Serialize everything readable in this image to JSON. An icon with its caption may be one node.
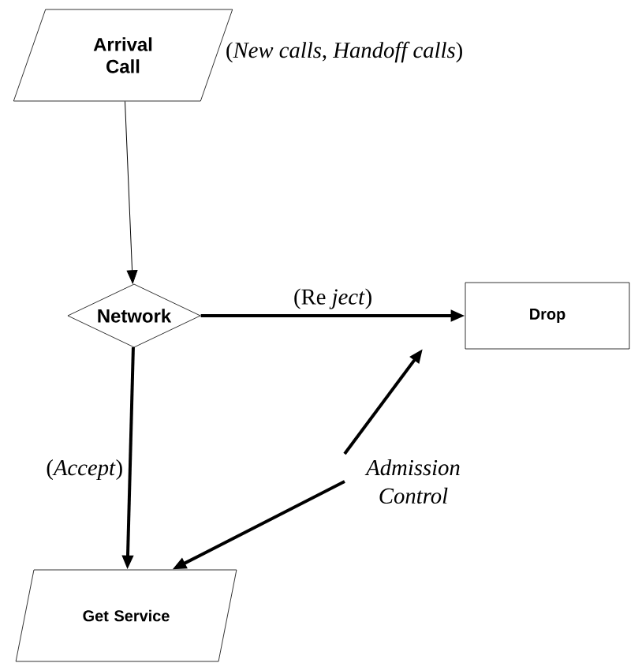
{
  "diagram": {
    "nodes": [
      {
        "text": [
          "Arrival Call"
        ],
        "beside": [
          "(*New calls*, *Handoff calls*)"
        ]
      },
      {
        "text": [
          "Network"
        ]
      },
      {
        "text": [
          "Drop"
        ]
      },
      {
        "text": [
          "Get Service"
        ]
      },
      {
        "text": [
          "Admission Control"
        ]
      }
    ],
    "edges": [
      {
        "from": 0,
        "to": 1,
        "arrow": "to"
      },
      {
        "from": 1,
        "to": 2,
        "arrow": "to",
        "label": "(Re *ject*)"
      },
      {
        "from": 1,
        "to": 3,
        "arrow": "to",
        "label": "(*Accept*)"
      },
      {
        "from": 4,
        "to": null,
        "arrow": "to"
      },
      {
        "from": 4,
        "to": 3,
        "arrow": "to"
      }
    ]
  }
}
